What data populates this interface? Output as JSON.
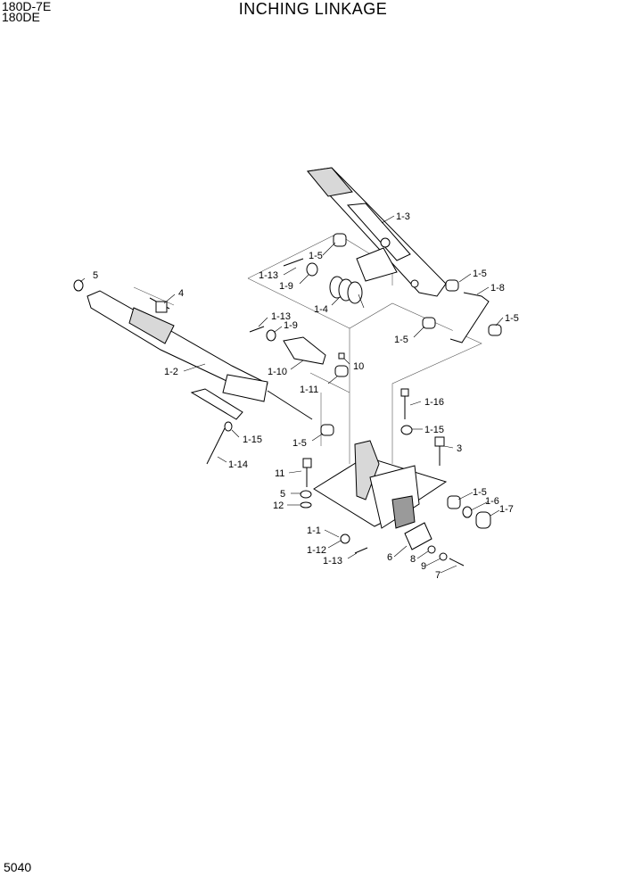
{
  "header": {
    "model_line_1": "180D-7E",
    "model_line_2": "180DE",
    "title": "INCHING LINKAGE"
  },
  "footer": {
    "page_number": "5040"
  },
  "callouts": [
    {
      "id": "c-1-3",
      "text": "1-3"
    },
    {
      "id": "c-1-5-a",
      "text": "1-5"
    },
    {
      "id": "c-1-13-a",
      "text": "1-13"
    },
    {
      "id": "c-1-9-a",
      "text": "1-9"
    },
    {
      "id": "c-1-4",
      "text": "1-4"
    },
    {
      "id": "c-1-5-b",
      "text": "1-5"
    },
    {
      "id": "c-1-8",
      "text": "1-8"
    },
    {
      "id": "c-1-5-c",
      "text": "1-5"
    },
    {
      "id": "c-1-5-d",
      "text": "1-5"
    },
    {
      "id": "c-5-a",
      "text": "5"
    },
    {
      "id": "c-4",
      "text": "4"
    },
    {
      "id": "c-1-13-b",
      "text": "1-13"
    },
    {
      "id": "c-1-9-b",
      "text": "1-9"
    },
    {
      "id": "c-1-2",
      "text": "1-2"
    },
    {
      "id": "c-1-10",
      "text": "1-10"
    },
    {
      "id": "c-10",
      "text": "10"
    },
    {
      "id": "c-1-11",
      "text": "1-11"
    },
    {
      "id": "c-1-16",
      "text": "1-16"
    },
    {
      "id": "c-1-15-a",
      "text": "1-15"
    },
    {
      "id": "c-1-15-b",
      "text": "1-15"
    },
    {
      "id": "c-1-5-e",
      "text": "1-5"
    },
    {
      "id": "c-3",
      "text": "3"
    },
    {
      "id": "c-1-14",
      "text": "1-14"
    },
    {
      "id": "c-11",
      "text": "11"
    },
    {
      "id": "c-5-b",
      "text": "5"
    },
    {
      "id": "c-12",
      "text": "12"
    },
    {
      "id": "c-1-5-f",
      "text": "1-5"
    },
    {
      "id": "c-1-6",
      "text": "1-6"
    },
    {
      "id": "c-1-7",
      "text": "1-7"
    },
    {
      "id": "c-1-1",
      "text": "1-1"
    },
    {
      "id": "c-1-12",
      "text": "1-12"
    },
    {
      "id": "c-1-13-c",
      "text": "1-13"
    },
    {
      "id": "c-6",
      "text": "6"
    },
    {
      "id": "c-8",
      "text": "8"
    },
    {
      "id": "c-9",
      "text": "9"
    },
    {
      "id": "c-7",
      "text": "7"
    }
  ]
}
